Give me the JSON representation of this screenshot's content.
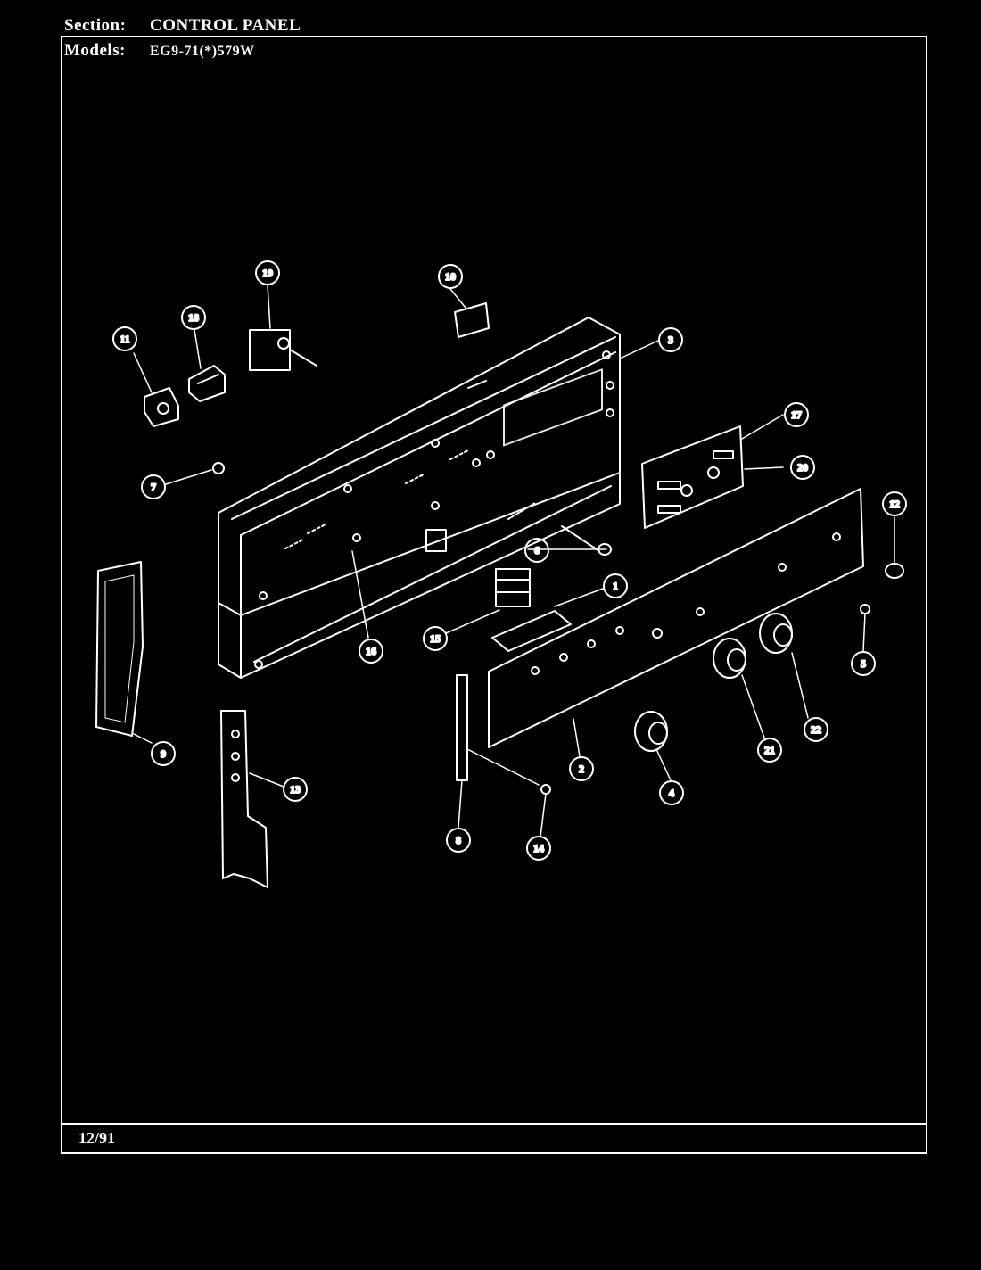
{
  "header": {
    "section_label": "Section:",
    "section_value": "CONTROL PANEL",
    "models_label": "Models:",
    "models_value": "EG9-71(*)579W"
  },
  "footer": {
    "date": "12/91"
  },
  "callouts": [
    "1",
    "2",
    "3",
    "4",
    "5",
    "6",
    "7",
    "8",
    "9",
    "10",
    "11",
    "12",
    "13",
    "14",
    "15",
    "16",
    "17",
    "18",
    "19",
    "20",
    "21",
    "22"
  ]
}
